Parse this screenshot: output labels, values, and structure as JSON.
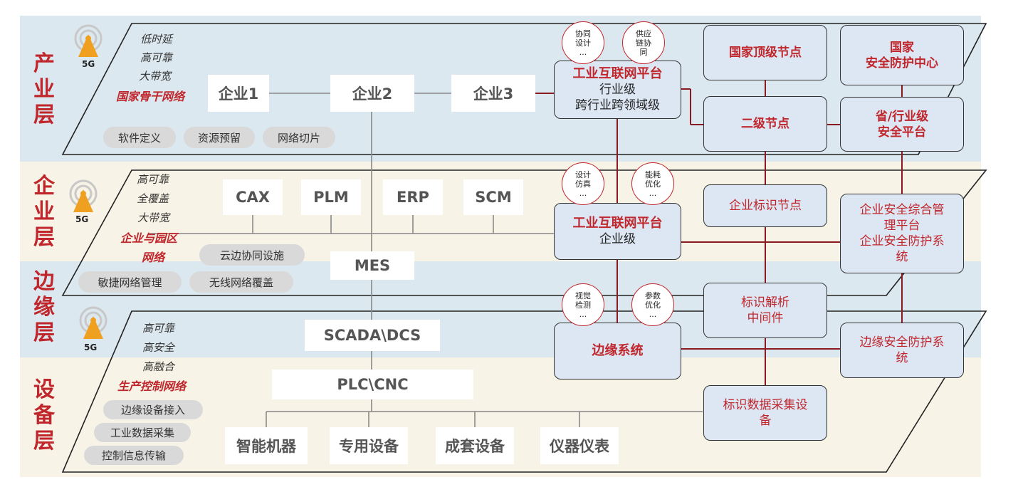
{
  "layers": {
    "industry": "产业层",
    "enterprise": "企业层",
    "edge": "边缘层",
    "device": "设备层"
  },
  "signal_label": "5G",
  "industry": {
    "features": [
      "低时延",
      "高可靠",
      "大带宽"
    ],
    "network": "国家骨干网络",
    "pills": [
      "软件定义",
      "资源预留",
      "网络切片"
    ],
    "enterprises": [
      "企业1",
      "企业2",
      "企业3"
    ]
  },
  "enterprise": {
    "features": [
      "高可靠",
      "全覆盖",
      "大带宽"
    ],
    "network_line1": "企业与园区",
    "network_line2": "网络",
    "pills": [
      "云边协同设施",
      "敏捷网络管理",
      "无线网络覆盖"
    ],
    "systems": [
      "CAX",
      "PLM",
      "ERP",
      "SCM"
    ],
    "mes": "MES"
  },
  "device": {
    "features": [
      "高可靠",
      "高安全",
      "高融合"
    ],
    "network": "生产控制网络",
    "pills": [
      "边缘设备接入",
      "工业数据采集",
      "控制信息传输"
    ],
    "scada": "SCADA\\DCS",
    "plc": "PLC\\CNC",
    "equipment": [
      "智能机器",
      "专用设备",
      "成套设备",
      "仪器仪表"
    ]
  },
  "platform": {
    "industry_title": "工业互联网平台",
    "industry_sub1": "行业级",
    "industry_sub2": "跨行业跨领域级",
    "enterprise_title": "工业互联网平台",
    "enterprise_sub": "企业级",
    "edge": "边缘系统"
  },
  "bubbles": {
    "b1": [
      "协同",
      "设计",
      "..."
    ],
    "b2": [
      "供应",
      "链协",
      "同"
    ],
    "b3": [
      "设计",
      "仿真",
      "..."
    ],
    "b4": [
      "能耗",
      "优化",
      "..."
    ],
    "b5": [
      "视觉",
      "检测",
      "..."
    ],
    "b6": [
      "参数",
      "优化",
      "..."
    ]
  },
  "identity": {
    "national_top": "国家顶级节点",
    "secondary": "二级节点",
    "enterprise_node": "企业标识节点",
    "resolver_line1": "标识解析",
    "resolver_line2": "中间件",
    "collector_line1": "标识数据采集设",
    "collector_line2": "备"
  },
  "security": {
    "national_line1": "国家",
    "national_line2": "安全防护中心",
    "provincial_line1": "省/行业级",
    "provincial_line2": "安全平台",
    "enterprise_line1": "企业安全综合管",
    "enterprise_line2": "理平台",
    "enterprise_line3": "企业安全防护系",
    "enterprise_line4": "统",
    "edge_line1": "边缘安全防护系",
    "edge_line2": "统"
  },
  "colors": {
    "accent_red": "#c0272d",
    "band_blue": "#dce8ef",
    "band_cream": "#f7f3e6",
    "box_blue": "#dde7f4",
    "signal_orange": "#f0a020"
  }
}
